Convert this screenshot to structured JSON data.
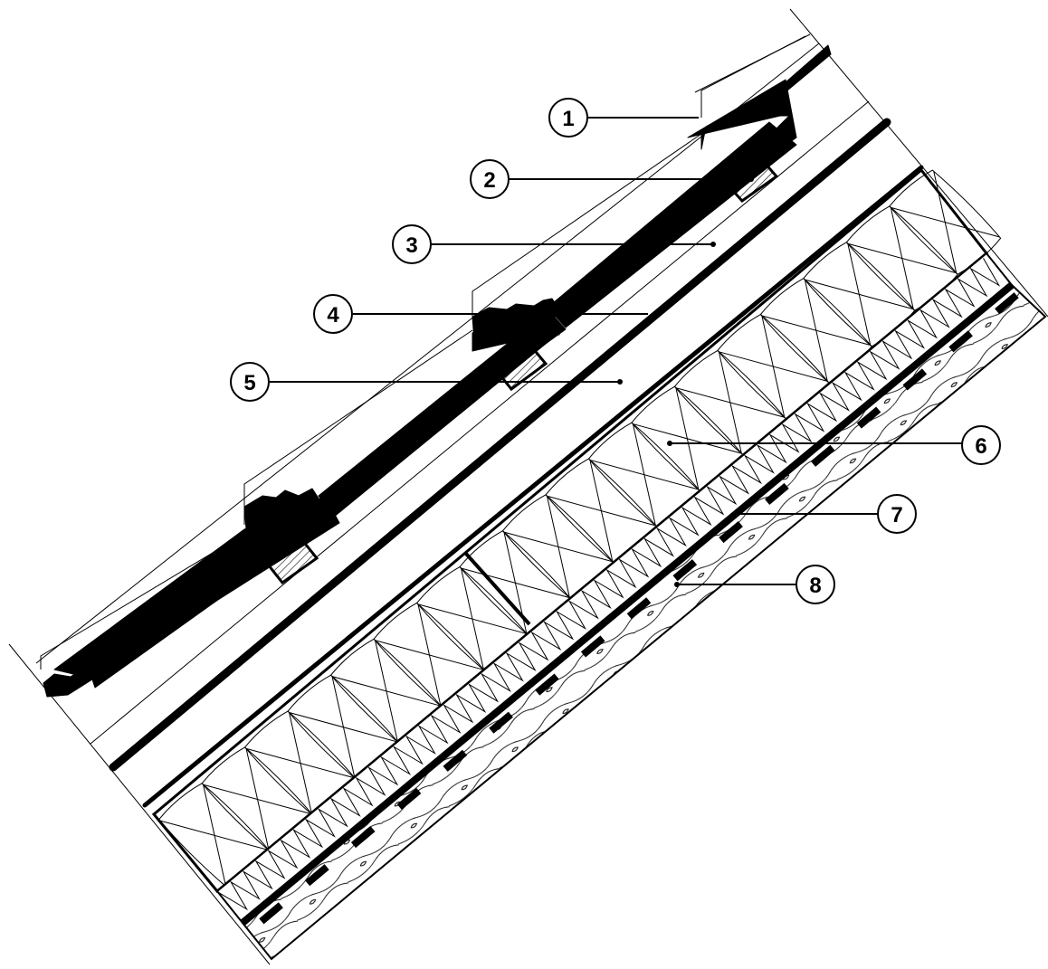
{
  "diagram": {
    "kind": "roof-section",
    "colors": {
      "ink": "#000000",
      "paper": "#ffffff"
    },
    "callouts": [
      {
        "id": "1",
        "label": "1"
      },
      {
        "id": "2",
        "label": "2"
      },
      {
        "id": "3",
        "label": "3"
      },
      {
        "id": "4",
        "label": "4"
      },
      {
        "id": "5",
        "label": "5"
      },
      {
        "id": "6",
        "label": "6"
      },
      {
        "id": "7",
        "label": "7"
      },
      {
        "id": "8",
        "label": "8"
      }
    ]
  }
}
